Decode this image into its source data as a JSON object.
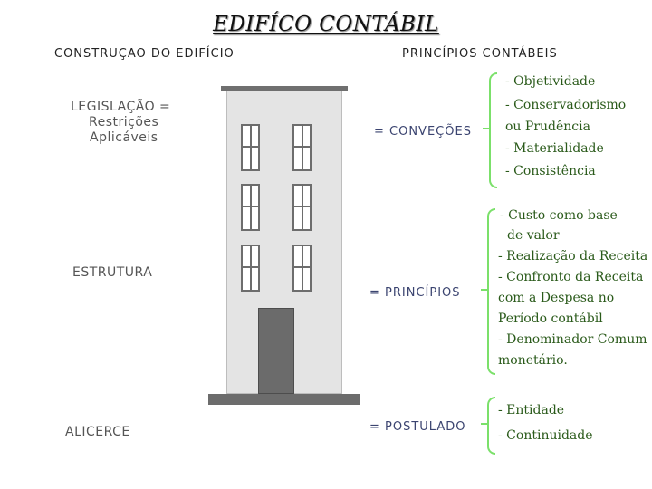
{
  "title": "EDIFÍCO CONTÁBIL",
  "headers": {
    "left": "CONSTRUÇAO DO EDIFÍCIO",
    "right": "PRINCÍPIOS CONTÁBEIS"
  },
  "left_labels": {
    "legislacao": [
      "LEGISLAÇÃO =",
      "Restrições",
      "Aplicáveis"
    ],
    "estrutura": "ESTRUTURA",
    "alicerce": "ALICERCE"
  },
  "middle_labels": {
    "convencoes": "= CONVEÇÕES",
    "principios": "= PRINCÍPIOS",
    "postulado": "= POSTULADO"
  },
  "convencoes_items": [
    "- Objetividade",
    "- Conservadorismo",
    "ou Prudência",
    "- Materialidade",
    "- Consistência"
  ],
  "principios_items": [
    "- Custo como base",
    "de valor",
    "- Realização da Receita",
    "- Confronto da Receita",
    "com a Despesa no",
    "Período contábil",
    "- Denominador Comum",
    "monetário."
  ],
  "postulado_items": [
    "- Entidade",
    "- Continuidade"
  ],
  "colors": {
    "brace": "#7be06a",
    "item_text": "#2a5a1a",
    "label_blue": "#3b4470"
  }
}
